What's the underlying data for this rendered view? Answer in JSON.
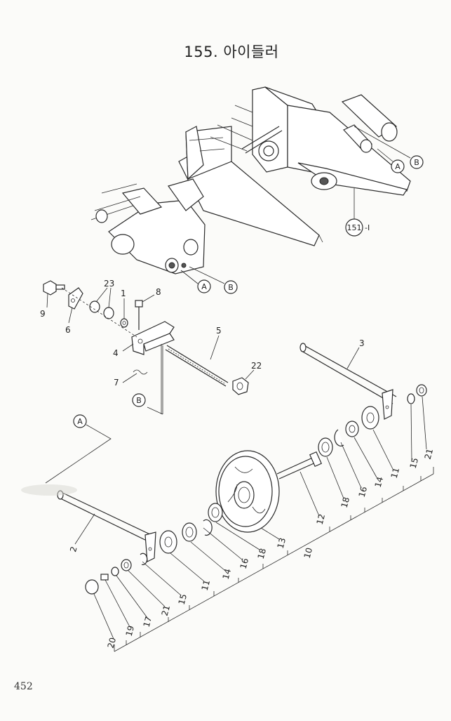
{
  "title": "155. 아이들러",
  "page_number": "452",
  "circled_refs": {
    "a": "A",
    "b": "B",
    "ref_151": "151"
  },
  "ref_151_suffix": "-I",
  "part_labels": {
    "p1": "1",
    "p2": "2",
    "p3": "3",
    "p4": "4",
    "p5": "5",
    "p6": "6",
    "p7": "7",
    "p8": "8",
    "p9": "9",
    "p10": "10",
    "p11": "11",
    "p12": "12",
    "p13": "13",
    "p14": "14",
    "p15": "15",
    "p16": "16",
    "p17": "17",
    "p18": "18",
    "p19": "19",
    "p20": "20",
    "p21": "21",
    "p22": "22",
    "p23": "23"
  }
}
